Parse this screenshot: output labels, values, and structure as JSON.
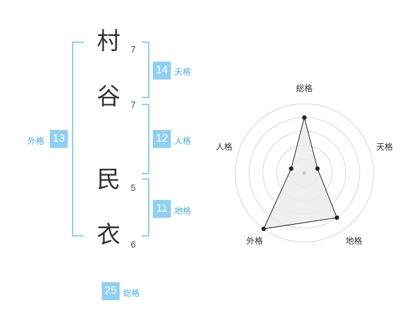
{
  "name": {
    "chars": [
      {
        "char": "村",
        "strokes": "7"
      },
      {
        "char": "谷",
        "strokes": "7"
      },
      {
        "char": "民",
        "strokes": "5"
      },
      {
        "char": "衣",
        "strokes": "6"
      }
    ]
  },
  "kaku": {
    "tenkaku": {
      "value": "14",
      "label": "天格"
    },
    "jinkaku": {
      "value": "12",
      "label": "人格"
    },
    "chikaku": {
      "value": "11",
      "label": "地格"
    },
    "gaikaku": {
      "value": "13",
      "label": "外格"
    },
    "soukaku": {
      "value": "25",
      "label": "総格"
    }
  },
  "colors": {
    "accent": "#8fd0f2",
    "accent_text": "#4aaee0"
  },
  "chart_data": {
    "type": "radar",
    "axes": [
      "総格",
      "天格",
      "地格",
      "外格",
      "人格"
    ],
    "values": [
      4,
      1,
      4,
      5,
      1
    ],
    "max": 5,
    "rings": 5
  }
}
